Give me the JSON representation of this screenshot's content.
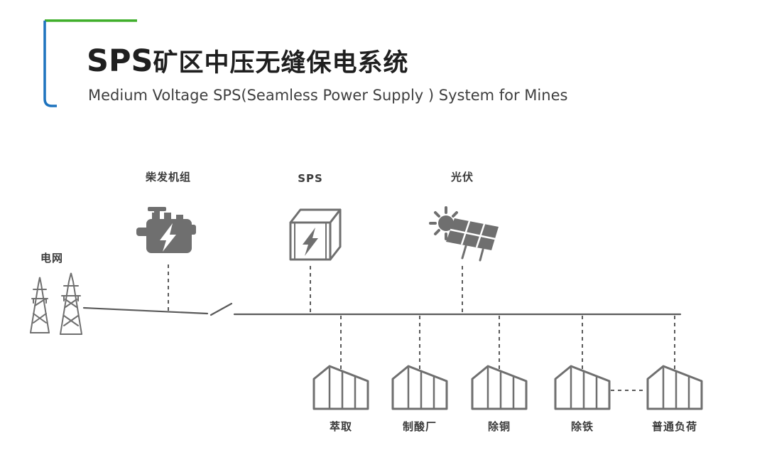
{
  "header": {
    "title_latin": "SPS",
    "title_cn": "矿区中压无缝保电系统",
    "subtitle": "Medium Voltage SPS(Seamless Power Supply ) System for Mines",
    "accent_green": "#3fae2a",
    "accent_blue": "#1e73be"
  },
  "diagram": {
    "colors": {
      "icon": "#6f6f6f",
      "line": "#5a5a5a",
      "text": "#3b3b3b"
    },
    "grid_label": "电网",
    "sources": [
      {
        "label": "柴发机组",
        "icon": "diesel-generator-icon"
      },
      {
        "label": "SPS",
        "icon": "sps-cube-icon"
      },
      {
        "label": "光伏",
        "icon": "solar-pv-icon"
      }
    ],
    "loads": [
      {
        "label": "萃取"
      },
      {
        "label": "制酸厂"
      },
      {
        "label": "除铜"
      },
      {
        "label": "除铁"
      },
      {
        "label": "普通负荷"
      }
    ]
  }
}
